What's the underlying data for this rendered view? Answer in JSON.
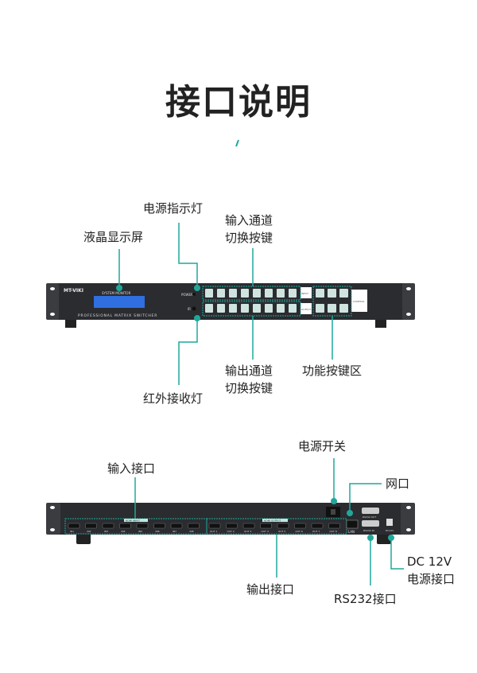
{
  "title": "接口说明",
  "front": {
    "brand": "MT-VIKI",
    "monitor_label": "SYSTEM MONITOR",
    "model_label": "PROFESSIONAL MATRIX SWITCHER",
    "power_label": "POWER",
    "ir_label": "IR",
    "input_label": "INPUT",
    "output_label": "OUTPUT",
    "control_label": "CONTROL",
    "callouts": {
      "lcd": "液晶显示屏",
      "power_led": "电源指示灯",
      "input_keys_1": "输入通道",
      "input_keys_2": "切换按键",
      "output_keys_1": "输出通道",
      "output_keys_2": "切换按键",
      "function_keys": "功能按键区",
      "ir_receiver": "红外接收灯"
    }
  },
  "back": {
    "hdmi_input_label": "HDMI INPUT",
    "hdmi_output_label": "HDMI OUTPUT",
    "inputs": [
      "IN1",
      "IN2",
      "IN3",
      "IN4",
      "IN5",
      "IN6",
      "IN7",
      "IN8"
    ],
    "outputs": [
      "OUT 1",
      "OUT 2",
      "OUT 3",
      "OUT 4",
      "OUT 5",
      "OUT 6",
      "OUT 7",
      "OUT 8"
    ],
    "lan_label": "LAN",
    "rs232_in_label": "RS232 IN",
    "rs232_out_label": "RS232 OUT",
    "dc_label": "DC12V",
    "callouts": {
      "inputs": "输入接口",
      "outputs": "输出接口",
      "power_switch": "电源开关",
      "lan": "网口",
      "rs232": "RS232接口",
      "dc_1": "DC 12V",
      "dc_2": "电源接口"
    }
  },
  "colors": {
    "accent": "#1fa89a",
    "panel": "#2a2c30",
    "lcd": "#2f6fe0"
  }
}
